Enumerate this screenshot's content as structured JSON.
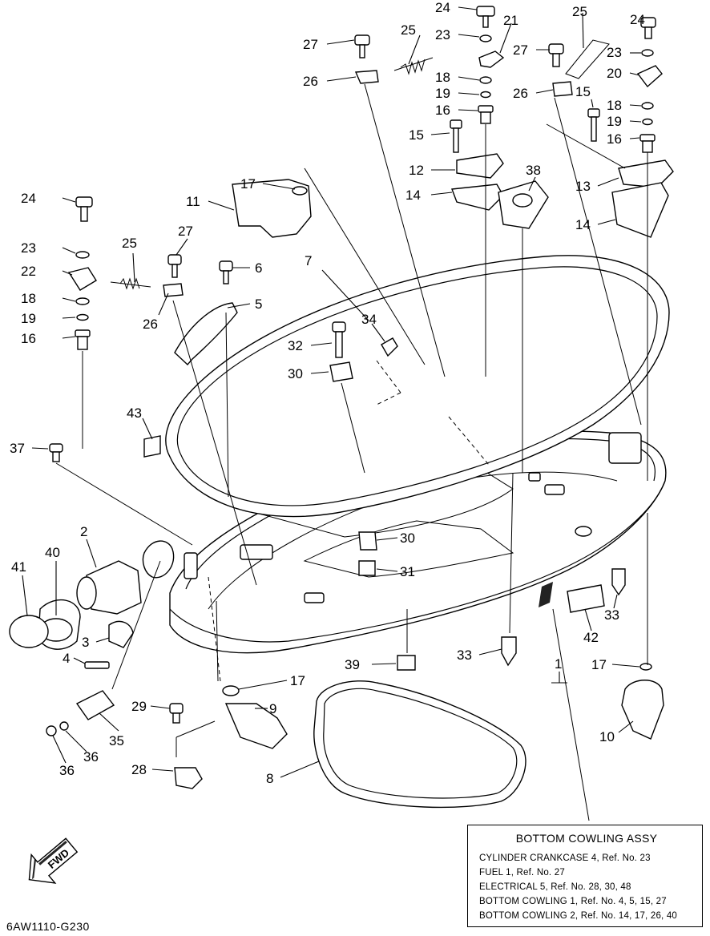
{
  "diagram": {
    "callouts": [
      "1",
      "2",
      "3",
      "4",
      "5",
      "6",
      "7",
      "8",
      "9",
      "10",
      "11",
      "12",
      "13",
      "14",
      "15",
      "16",
      "17",
      "18",
      "19",
      "20",
      "21",
      "22",
      "23",
      "24",
      "25",
      "26",
      "27",
      "28",
      "29",
      "30",
      "31",
      "32",
      "33",
      "34",
      "35",
      "36",
      "37",
      "38",
      "39",
      "40",
      "41",
      "42",
      "43"
    ],
    "fwd_label": "FWD",
    "doc_code": "6AW1110-G230"
  },
  "reference_box": {
    "title": "BOTTOM COWLING ASSY",
    "lines": [
      "CYLINDER CRANKCASE 4,   Ref. No. 23",
      "FUEL 1,   Ref. No. 27",
      "ELECTRICAL 5,   Ref. No. 28, 30, 48",
      "BOTTOM COWLING 1,   Ref. No. 4, 5, 15, 27",
      "BOTTOM COWLING 2,   Ref. No. 14, 17, 26, 40"
    ]
  }
}
